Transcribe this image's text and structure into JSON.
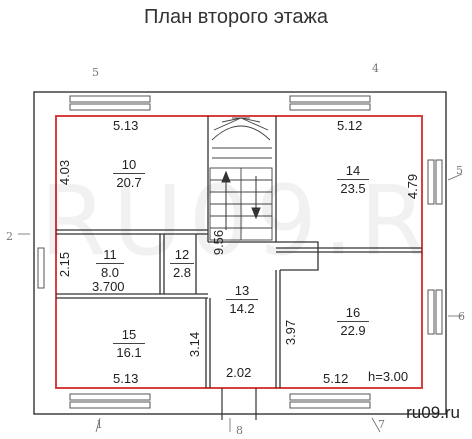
{
  "title": "План второго этажа",
  "watermark": "RU09.R",
  "site": "ru09.ru",
  "height_note": "h=3.00",
  "rooms": [
    {
      "num": "10",
      "area": "20.7"
    },
    {
      "num": "11",
      "area": "8.0"
    },
    {
      "num": "12",
      "area": "2.8"
    },
    {
      "num": "13",
      "area": "14.2"
    },
    {
      "num": "14",
      "area": "23.5"
    },
    {
      "num": "15",
      "area": "16.1"
    },
    {
      "num": "16",
      "area": "22.9"
    }
  ],
  "dimensions": {
    "top_left": "5.13",
    "top_right": "5.12",
    "bottom_left": "5.13",
    "bottom_right": "5.12",
    "bottom_mid": "2.02",
    "left_upper": "4.03",
    "left_mid": "2.15",
    "room11_width": "3.700",
    "right_upper": "4.79",
    "stair_height": "9.56",
    "room15_right": "3.14",
    "room16_left": "3.97"
  },
  "axis_marks": [
    "5",
    "4",
    "5",
    "6",
    "2",
    "1",
    "8",
    "7"
  ],
  "colors": {
    "inner_outline": "#d42a2a",
    "wall": "#333333",
    "watermark": "#000000"
  }
}
